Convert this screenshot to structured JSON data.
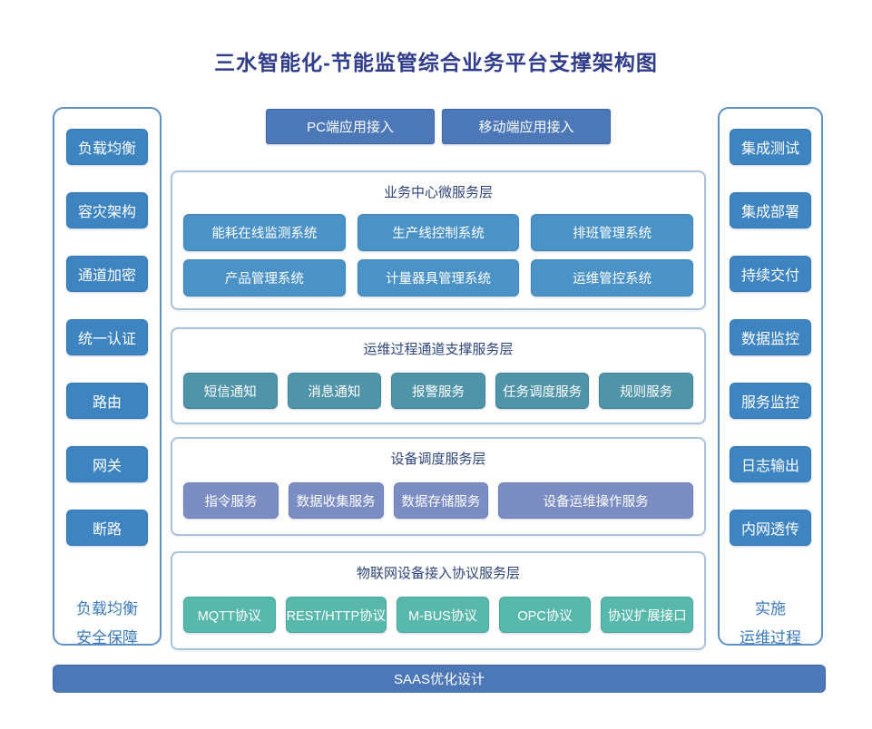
{
  "title": "三水智能化-节能监管综合业务平台支撑架构图",
  "top_buttons": {
    "pc": "PC端应用接入",
    "mobile": "移动端应用接入"
  },
  "left_sidebar": {
    "items": [
      "负载均衡",
      "容灾架构",
      "通道加密",
      "统一认证",
      "路由",
      "网关",
      "断路"
    ],
    "footer_line1": "负载均衡",
    "footer_line2": "安全保障"
  },
  "right_sidebar": {
    "items": [
      "集成测试",
      "集成部署",
      "持续交付",
      "数据监控",
      "服务监控",
      "日志输出",
      "内网透传"
    ],
    "footer_line1": "实施",
    "footer_line2": "运维过程"
  },
  "sections": [
    {
      "title": "业务中心微服务层",
      "rows": [
        [
          "能耗在线监测系统",
          "生产线控制系统",
          "排班管理系统"
        ],
        [
          "产品管理系统",
          "计量器具管理系统",
          "运维管控系统"
        ]
      ]
    },
    {
      "title": "运维过程通道支撑服务层",
      "rows": [
        [
          "短信通知",
          "消息通知",
          "报警服务",
          "任务调度服务",
          "规则服务"
        ]
      ]
    },
    {
      "title": "设备调度服务层",
      "rows": [
        [
          "指令服务",
          "数据收集服务",
          "数据存储服务",
          "设备运维操作服务"
        ]
      ]
    },
    {
      "title": "物联网设备接入协议服务层",
      "rows": [
        [
          "MQTT协议",
          "REST/HTTP协议",
          "M-BUS协议",
          "OPC协议",
          "协议扩展接口"
        ]
      ]
    }
  ],
  "bottom_bar": "SAAS优化设计",
  "colors": {
    "title_text": "#303d8a",
    "section_header_text": "#2e4678",
    "pillar_border": "#5e91c8",
    "section_border": "#a9c3dd",
    "sidebar_box": "#3d84c0",
    "entry_button": "#4d78b7",
    "business_box": "#4b93c7",
    "channel_box": "#4f94a9",
    "device_box": "#7b8dc3",
    "iot_box": "#59b8ac",
    "bottom_bar": "#4d78b7",
    "footer_text": "#3b79b7"
  }
}
